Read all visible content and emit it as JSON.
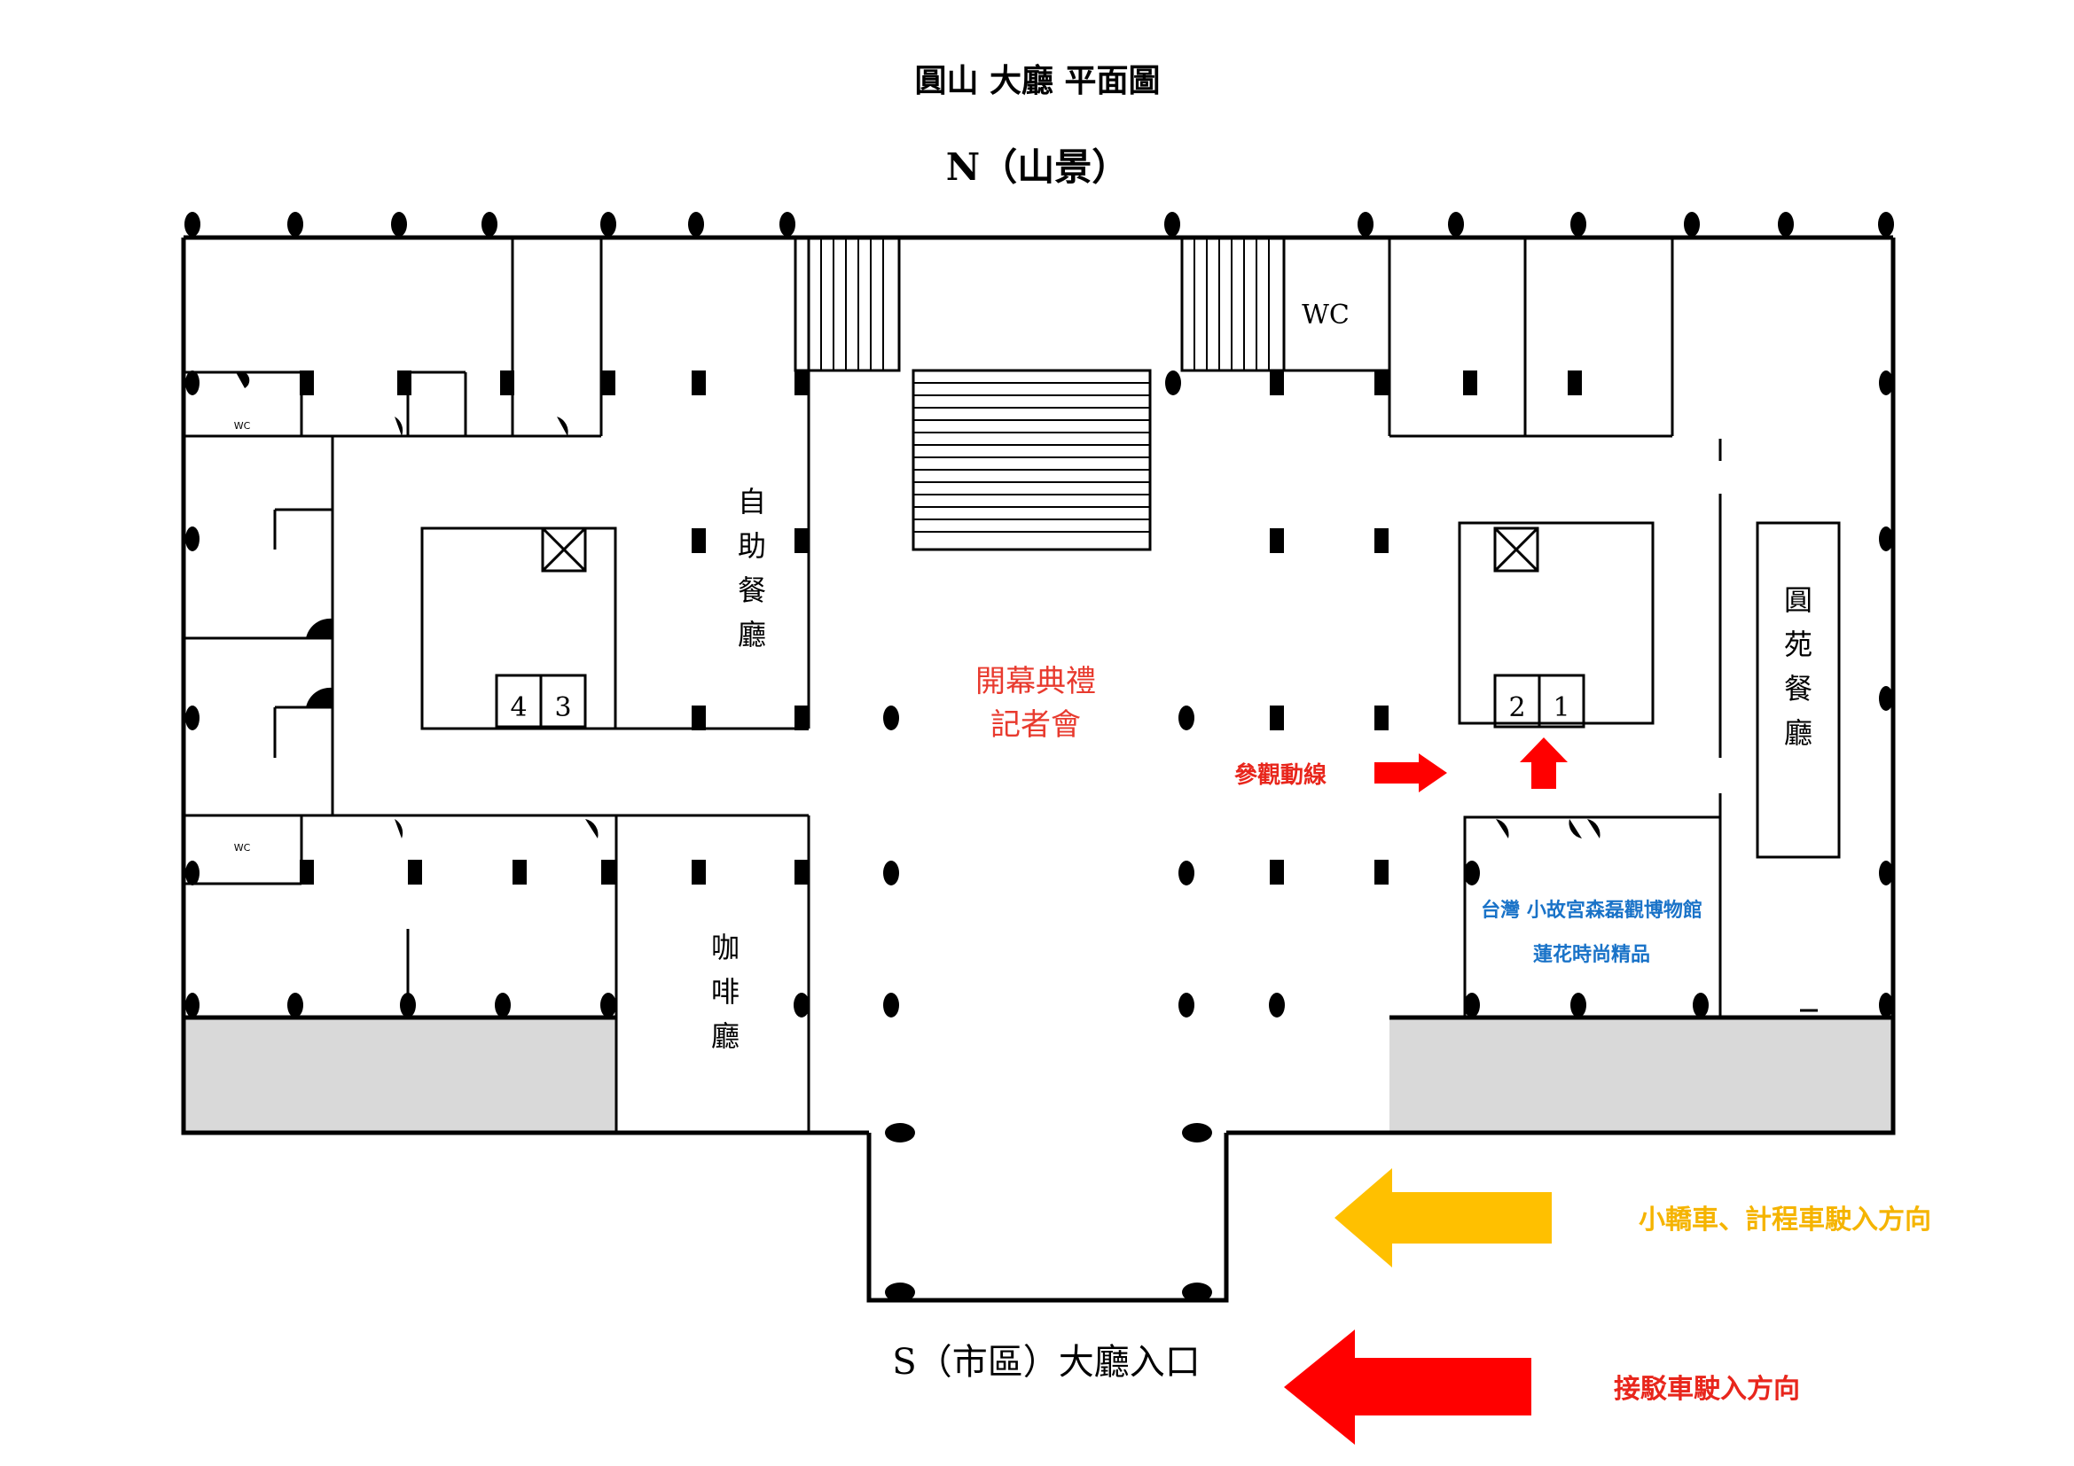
{
  "title": "圓山 大廳 平面圖",
  "north_label": "N（山景）",
  "south_label": "S（市區）大廳入口",
  "rooms": {
    "wc_top": "WC",
    "wc_small_1": "WC",
    "wc_small_2": "WC",
    "buffet": [
      "自",
      "助",
      "餐",
      "廳"
    ],
    "cafe": [
      "咖",
      "啡",
      "廳"
    ],
    "yuanyuan": [
      "圓",
      "苑",
      "餐",
      "廳"
    ],
    "ceremony_line1": "開幕典禮",
    "ceremony_line2": "記者會",
    "museum_line1": "台灣 小故宮森磊觀博物館",
    "museum_line2": "蓮花時尚精品"
  },
  "elevators": {
    "left": [
      "4",
      "3"
    ],
    "right": [
      "2",
      "1"
    ]
  },
  "tour_route_label": "參觀動線",
  "legend": {
    "car_taxi": "小轎車、計程車駛入方向",
    "shuttle": "接駁車駛入方向"
  },
  "colors": {
    "red_label": "#e83a2e",
    "red_arrow": "#ff0000",
    "yellow_arrow": "#ffc000",
    "blue_text": "#1a73c8",
    "grey_area": "#d9d9d9"
  }
}
